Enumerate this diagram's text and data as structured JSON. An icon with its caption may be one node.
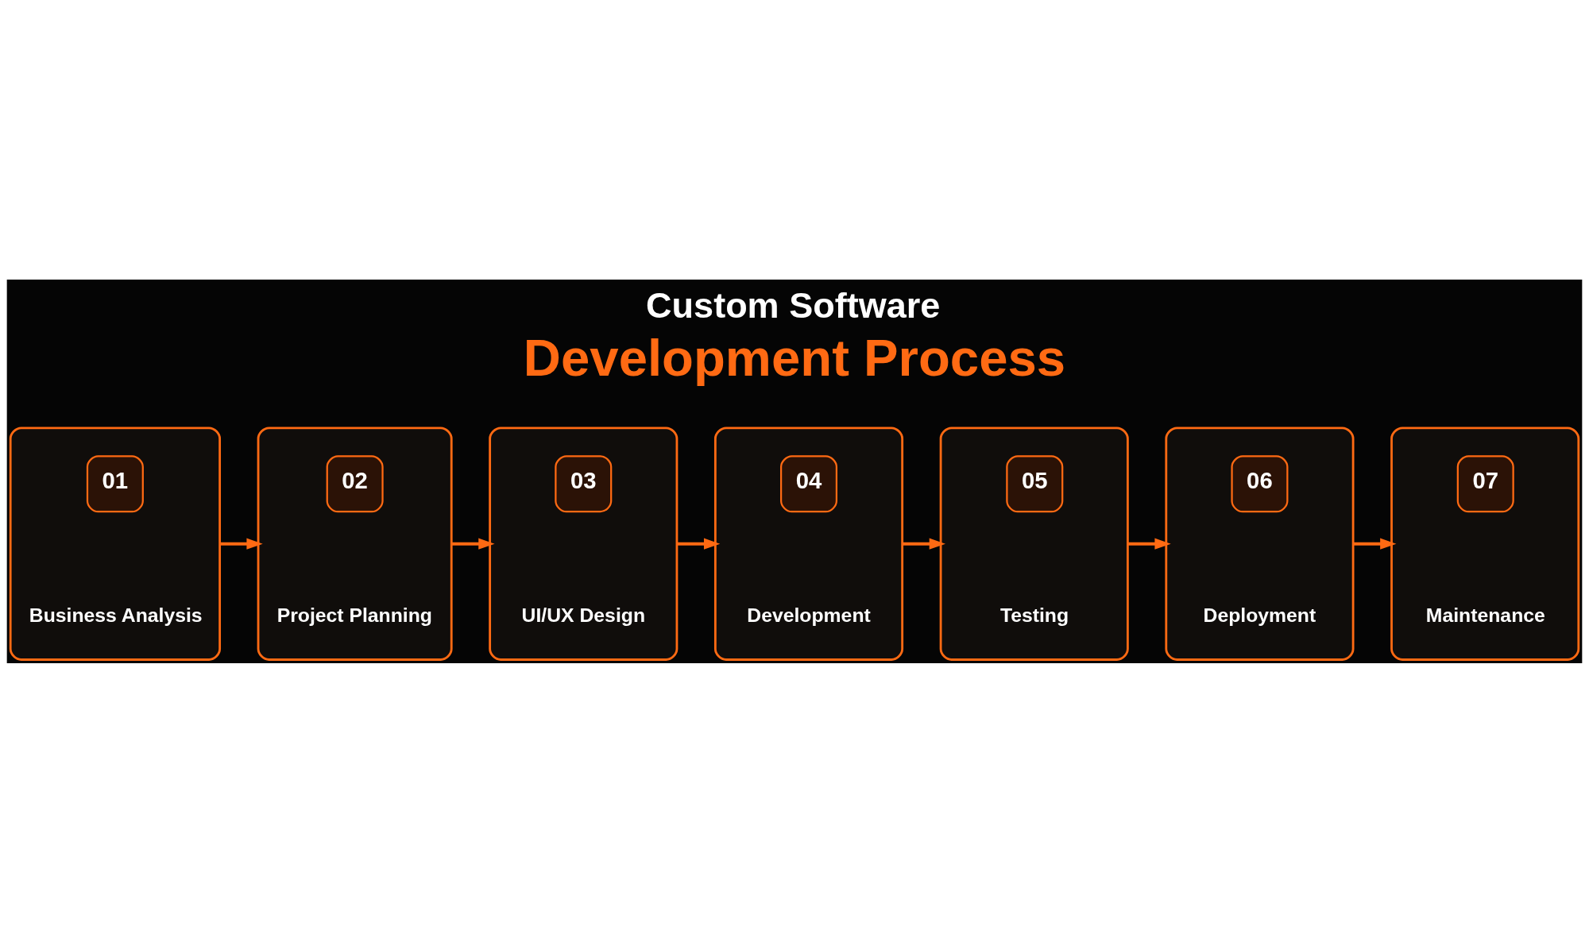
{
  "diagram": {
    "title": "Custom Software Development Process",
    "nodes": [
      {
        "text": [
          "01",
          "Business Analysis"
        ]
      },
      {
        "text": [
          "02",
          "Project Planning"
        ]
      },
      {
        "text": [
          "03",
          "UI/UX Design"
        ]
      },
      {
        "text": [
          "04",
          "Development"
        ]
      },
      {
        "text": [
          "05",
          "Testing"
        ]
      },
      {
        "text": [
          "06",
          "Deployment"
        ]
      },
      {
        "text": [
          "07",
          "Maintenance"
        ]
      }
    ],
    "edges": [
      {
        "from": 0,
        "to": 1,
        "arrow": "to"
      },
      {
        "from": 1,
        "to": 2,
        "arrow": "to"
      },
      {
        "from": 2,
        "to": 3,
        "arrow": "to"
      },
      {
        "from": 3,
        "to": 4,
        "arrow": "to"
      },
      {
        "from": 4,
        "to": 5,
        "arrow": "to"
      },
      {
        "from": 5,
        "to": 6,
        "arrow": "to"
      }
    ]
  }
}
